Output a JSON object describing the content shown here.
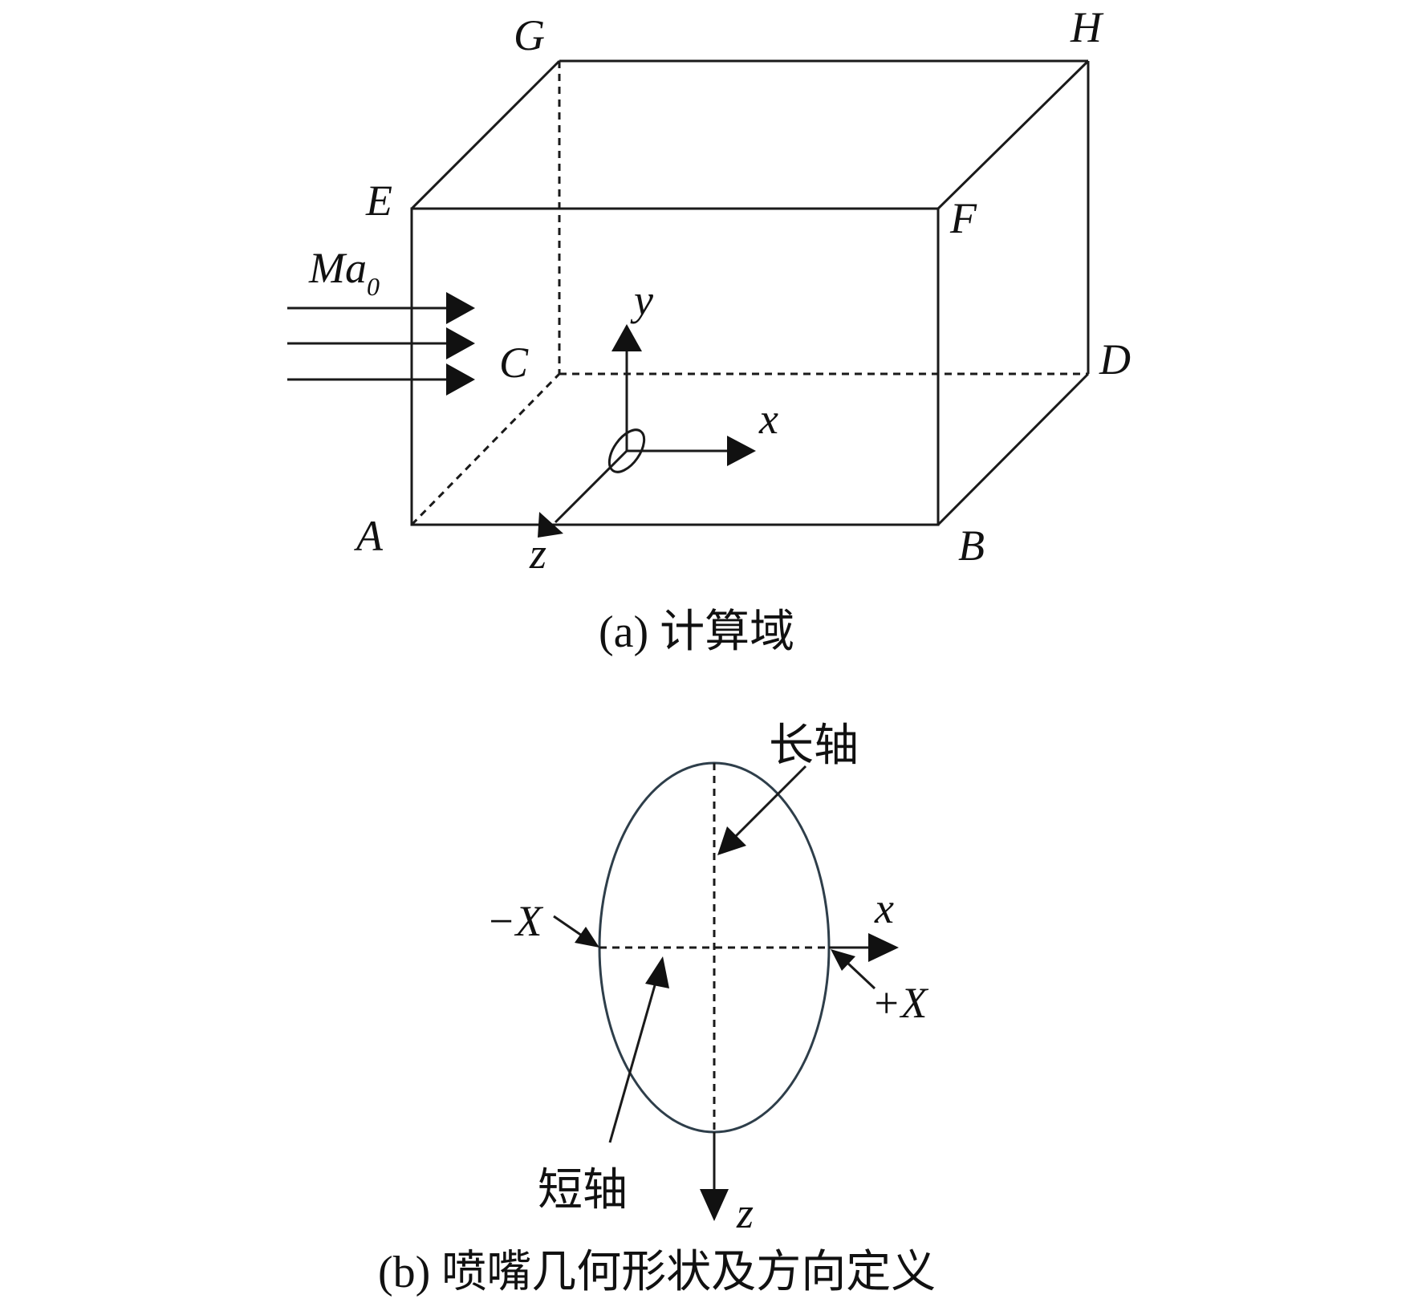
{
  "panel_a": {
    "vertices": {
      "A": "A",
      "B": "B",
      "C": "C",
      "D": "D",
      "E": "E",
      "F": "F",
      "G": "G",
      "H": "H"
    },
    "inflow_label_main": "Ma",
    "inflow_label_sub": "0",
    "axes": {
      "x": "x",
      "y": "y",
      "z": "z"
    },
    "caption": "(a) 计算域"
  },
  "panel_b": {
    "long_axis_label": "长轴",
    "short_axis_label": "短轴",
    "minus_x_label": "−X",
    "plus_x_label": "+X",
    "axes": {
      "x": "x",
      "z": "z"
    },
    "caption": "(b) 喷嘴几何形状及方向定义"
  },
  "colors": {
    "line": "#1a1a1a",
    "ellipse": "#2e3e4a"
  }
}
